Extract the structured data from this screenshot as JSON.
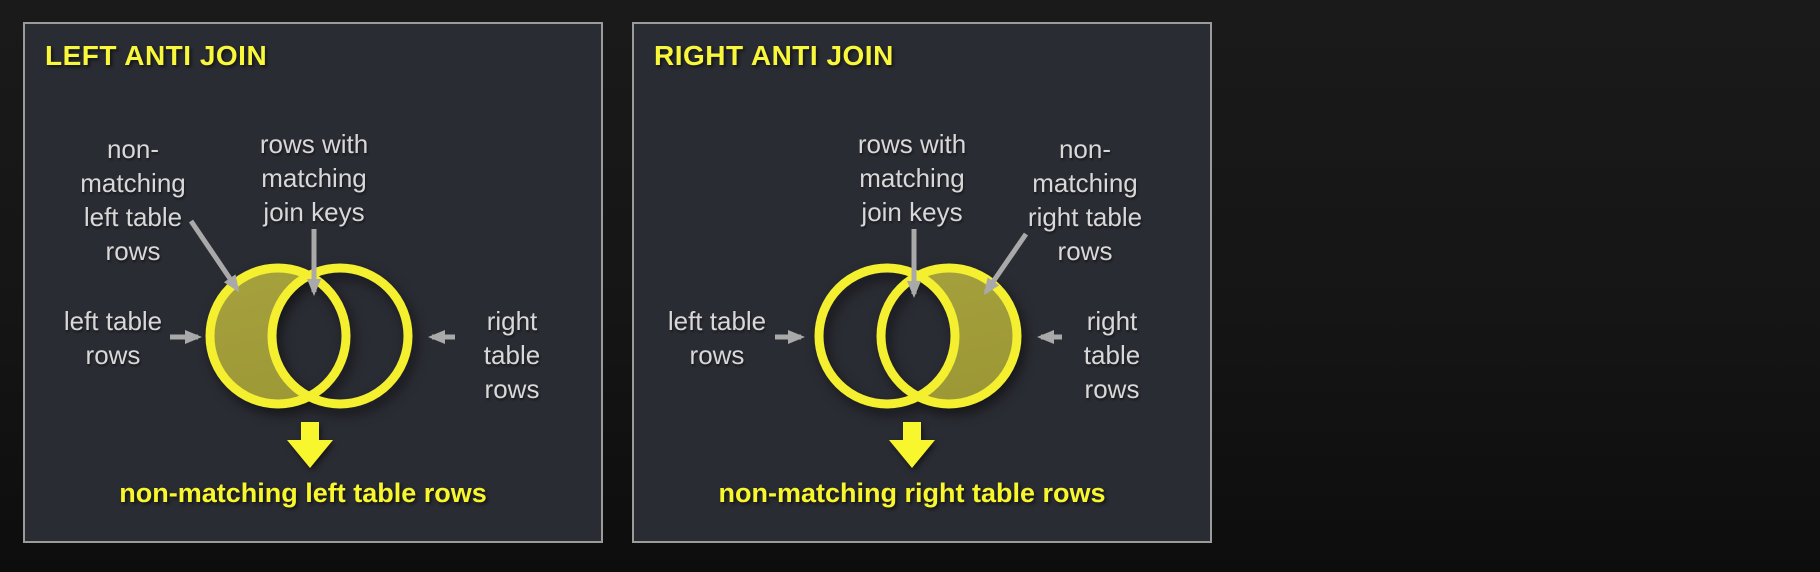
{
  "colors": {
    "outer_background": "#151515",
    "panel_background": "#2a2c33",
    "panel_border": "#9b9b9b",
    "accent_yellow": "#f8f72e",
    "shaded_region_olive": "#a3a03c",
    "label_gray": "#d8d8d8",
    "arrow_gray": "#a9a9a9"
  },
  "panels": [
    {
      "title": "LEFT ANTI JOIN",
      "label_non_matching": "non-\nmatching\nleft table\nrows",
      "label_matching": "rows with\nmatching\njoin keys",
      "label_left_table": "left table\nrows",
      "label_right_table": "right table\nrows",
      "result": "non-matching left table rows",
      "shaded_region": "left-circle-exclusive"
    },
    {
      "title": "RIGHT ANTI JOIN",
      "label_non_matching": "non-\nmatching\nright table\nrows",
      "label_matching": "rows with\nmatching\njoin keys",
      "label_left_table": "left table\nrows",
      "label_right_table": "right table\nrows",
      "result": "non-matching right table rows",
      "shaded_region": "right-circle-exclusive"
    }
  ]
}
